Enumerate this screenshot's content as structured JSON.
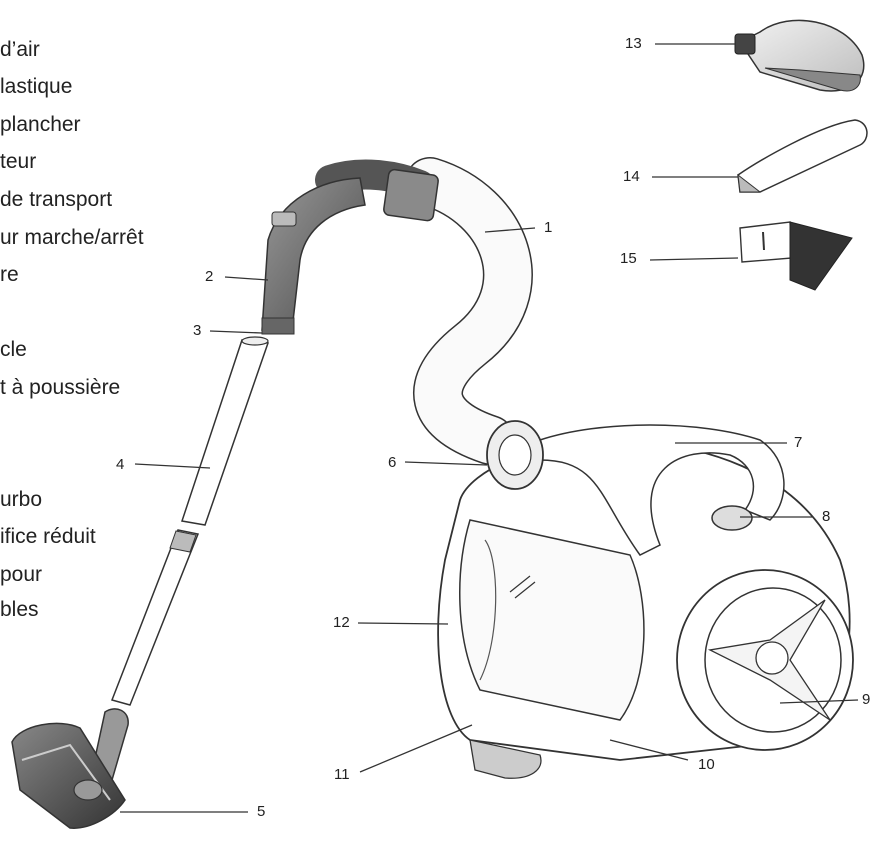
{
  "legend": {
    "items": [
      "d’air",
      "lastique",
      "plancher",
      "teur",
      "de transport",
      "ur marche/arrêt",
      "re",
      "cle",
      "t à poussière",
      "urbo",
      "ifice réduit",
      "pour",
      "bles"
    ]
  },
  "callouts": [
    "1",
    "2",
    "3",
    "4",
    "5",
    "6",
    "7",
    "8",
    "9",
    "10",
    "11",
    "12",
    "13",
    "14",
    "15"
  ]
}
